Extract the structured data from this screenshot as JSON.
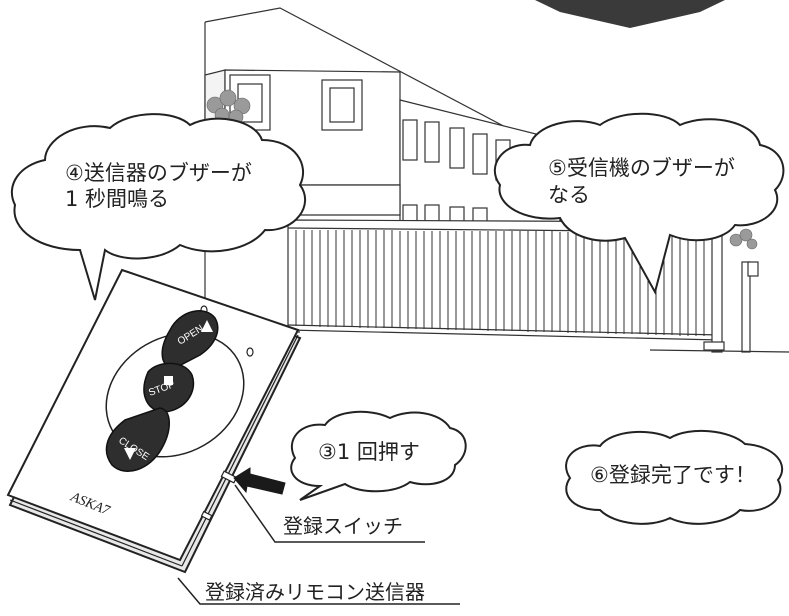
{
  "bubbles": {
    "transmitter_buzzer_line1": "④送信器のブザーが",
    "transmitter_buzzer_line2": "1 秒間鳴る",
    "receiver_buzzer_line1": "⑤受信機のブザーが",
    "receiver_buzzer_line2": "なる",
    "press_once": "③1 回押す",
    "registration_done": "⑥登録完了です！"
  },
  "remote": {
    "brand": "ASKA7",
    "open_label": "OPEN",
    "stop_label": "STOP",
    "close_label": "CLOSE"
  },
  "labels": {
    "register_switch": "登録スイッチ",
    "registered_remote": "登録済みリモコン送信器"
  },
  "icons": {
    "open": "triangle-up-icon",
    "stop": "square-icon",
    "close": "triangle-down-icon",
    "press": "arrow-left-icon"
  }
}
